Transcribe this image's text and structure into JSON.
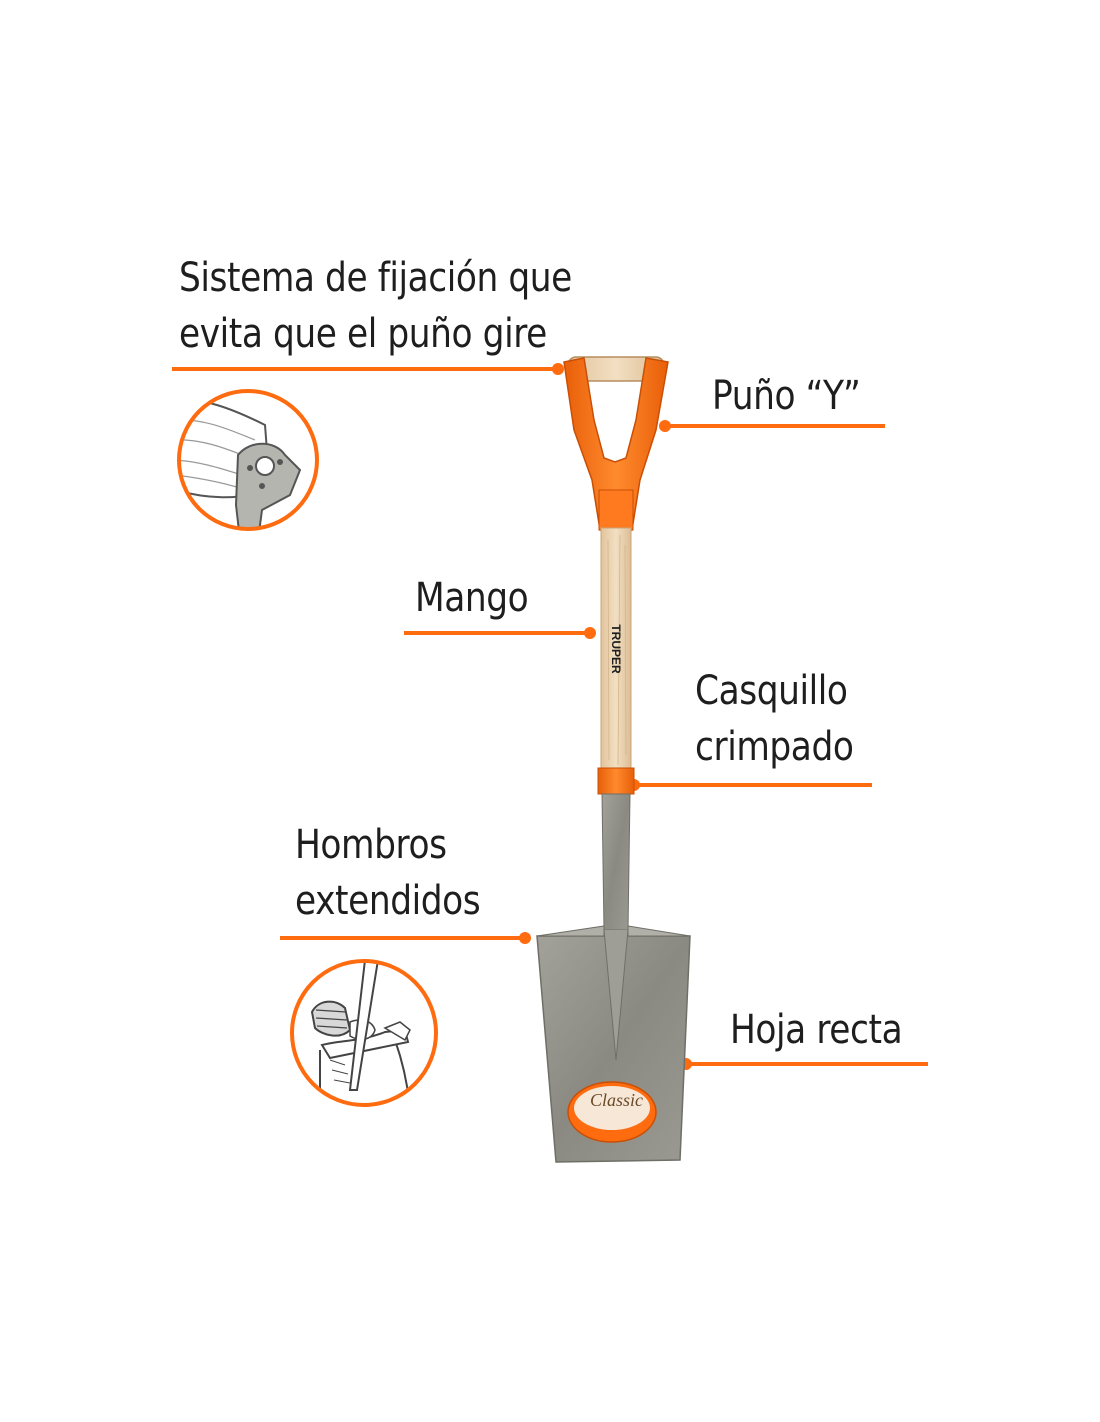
{
  "colors": {
    "accent": "#ff6b0f",
    "text": "#1e1e1e",
    "wood": "#eed9b8",
    "steel": "#8e8e86"
  },
  "callouts": {
    "fixing_system": {
      "line1": "Sistema de fijación que",
      "line2": "evita que el puño gire"
    },
    "grip": {
      "text": "Puño “Y”"
    },
    "handle": {
      "text": "Mango"
    },
    "ferrule": {
      "line1": "Casquillo",
      "line2": "crimpado"
    },
    "shoulders": {
      "line1": "Hombros",
      "line2": "extendidos"
    },
    "blade": {
      "text": "Hoja recta"
    }
  },
  "product_marks": {
    "brand": "TRUPER",
    "series": "Classic"
  }
}
